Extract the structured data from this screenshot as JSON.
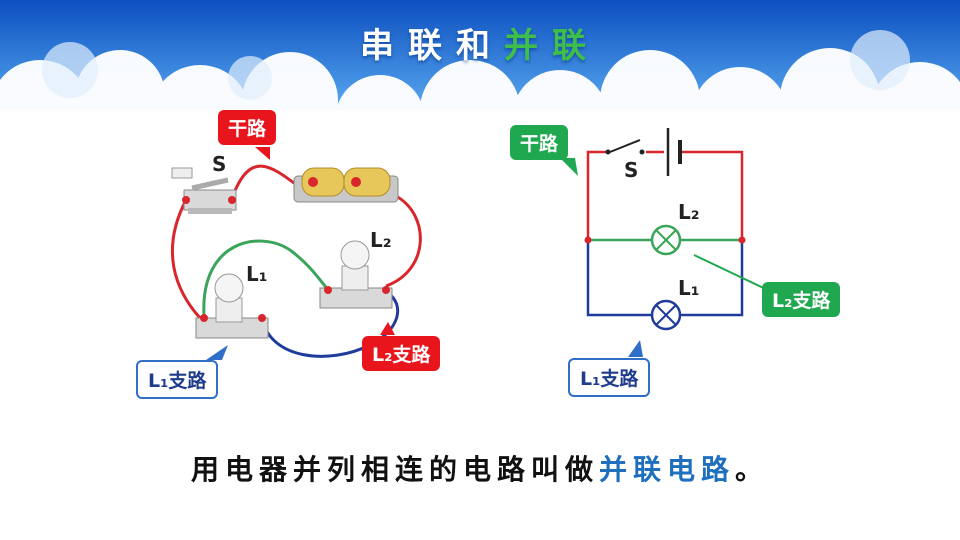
{
  "title": {
    "part1": "串联和",
    "part2": "并联"
  },
  "left": {
    "trunk_label": "干路",
    "switch_label": "S",
    "lamp1_label": "L₁",
    "lamp2_label": "L₂",
    "branch1_label": "L₁支路",
    "branch2_label": "L₂支路"
  },
  "right": {
    "trunk_label": "干路",
    "switch_label": "S",
    "lamp1_label": "L₁",
    "lamp2_label": "L₂",
    "branch1_label": "L₁支路",
    "branch2_label": "L₂支路"
  },
  "footer": {
    "text": "用电器并列相连的电路叫做",
    "highlight": "并联电路",
    "end": "。"
  },
  "colors": {
    "red_wire": "#d8262c",
    "green_wire": "#3aa55a",
    "blue_wire": "#1f3c9c",
    "header_blue": "#1e6fd1"
  }
}
